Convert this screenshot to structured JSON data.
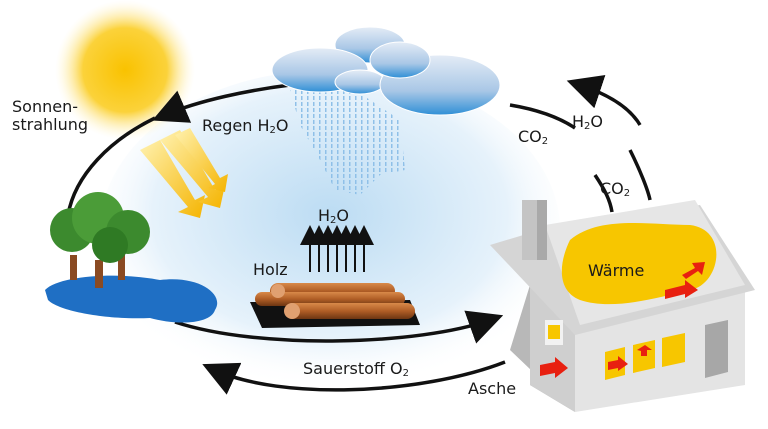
{
  "title": "Holz Kreislauf",
  "labels": {
    "sun": "Sonnen-",
    "sun2": "strahlung",
    "rain": "Regen H",
    "rain_sub": "2",
    "rain_end": "O",
    "co2_left": "CO",
    "co2_left_sub": "2",
    "h2o_right": "H",
    "h2o_right_sub": "2",
    "h2o_right_end": "O",
    "co2_right": "CO",
    "co2_right_sub": "2",
    "wood_h2o": "H",
    "wood_h2o_sub": "2",
    "wood_h2o_end": "O",
    "wood": "Holz",
    "heat": "Wärme",
    "oxygen": "Sauerstoff O",
    "oxygen_sub": "2",
    "ash": "Asche"
  },
  "colors": {
    "sun": "#f9c200",
    "cloud": "#5aa6dc",
    "water": "#1f6fc4",
    "tree": "#3c8a2e",
    "trunk": "#8a4a22",
    "wood": "#b8652a",
    "house": "#d9d9d9",
    "heat": "#f7c600",
    "arrow_red": "#e82010"
  }
}
